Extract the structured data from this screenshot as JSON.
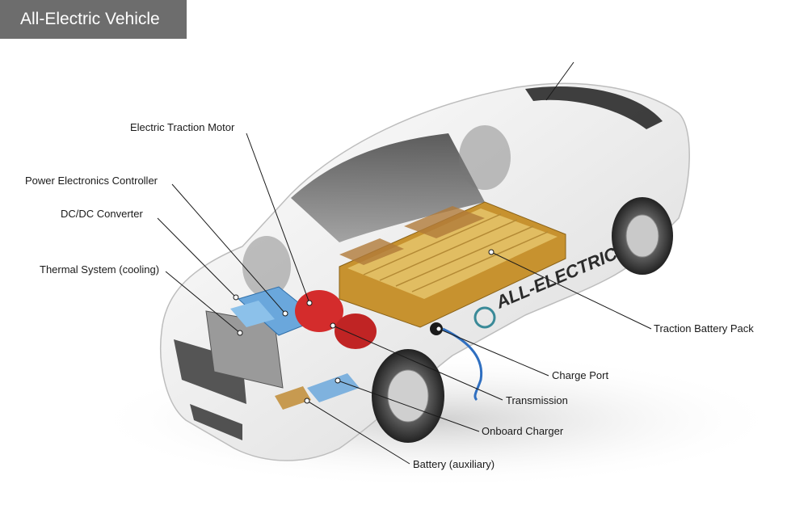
{
  "title": "All-Electric Vehicle",
  "car_badge": "ALL-ELECTRIC",
  "labels": {
    "electric_traction_motor": "Electric Traction Motor",
    "power_electronics_controller": "Power Electronics Controller",
    "dcdc_converter": "DC/DC Converter",
    "thermal_system": "Thermal System (cooling)",
    "traction_battery_pack": "Traction Battery Pack",
    "charge_port": "Charge Port",
    "transmission": "Transmission",
    "onboard_charger": "Onboard Charger",
    "battery_auxiliary": "Battery (auxiliary)"
  },
  "colors": {
    "title_bg": "#6d6d6d",
    "car_body": "#f2f2f2",
    "battery_gold": "#d9b25a",
    "motor_red": "#d42c2c",
    "controller_blue": "#6aa7dc",
    "charge_cable": "#2f6fc0"
  }
}
